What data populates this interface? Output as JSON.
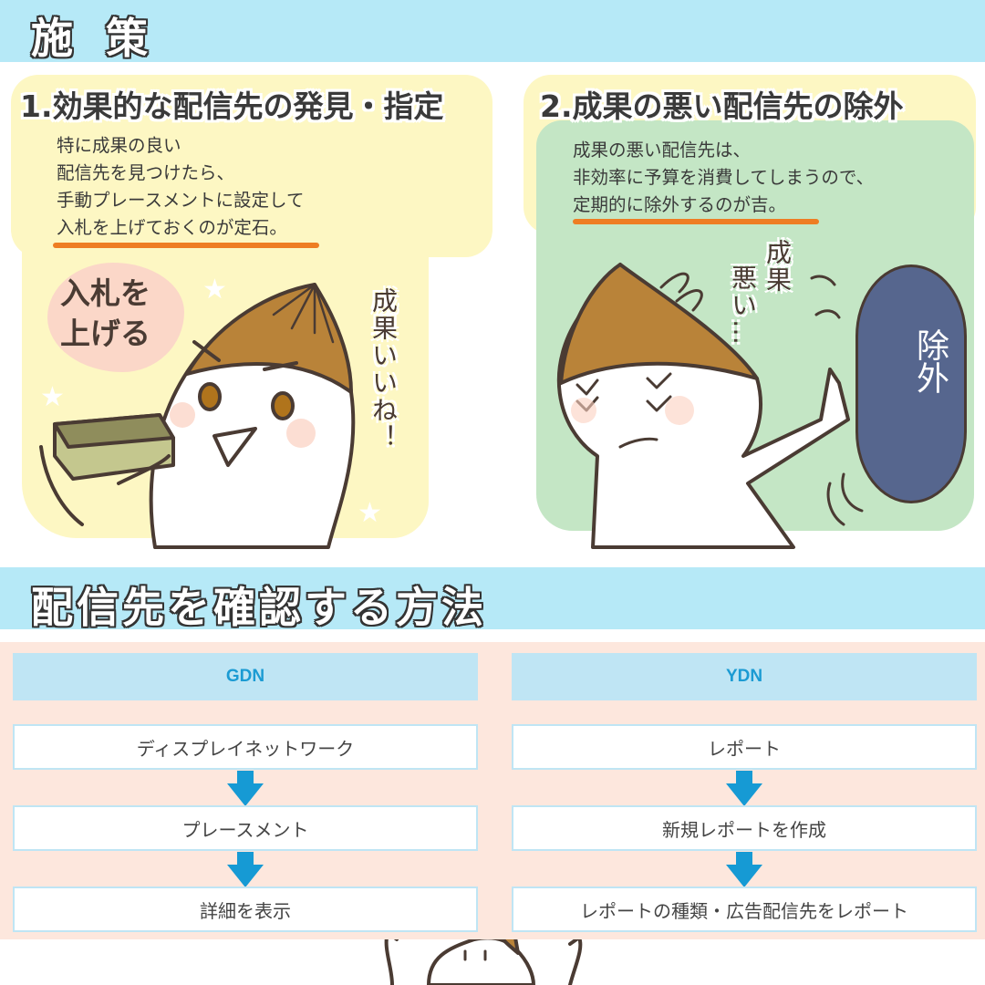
{
  "top_band": {
    "title": "施 策"
  },
  "panel1": {
    "heading": "1.効果的な配信先の発見・指定",
    "body_lines": [
      "特に成果の良い",
      "配信先を見つけたら、",
      "手動プレースメントに設定して",
      "入札を上げておくのが定石。"
    ],
    "cloud_lines": [
      "入札を",
      "上げる"
    ],
    "speech_vertical": "成果いいね！",
    "colors": {
      "background": "#fdf7c3",
      "underline": "#ee7d23",
      "cloud": "#fbd7c8"
    }
  },
  "panel2": {
    "heading": "2.成果の悪い配信先の除外",
    "body_lines": [
      "成果の悪い配信先は、",
      "非効率に予算を消費してしまうので、",
      "定期的に除外するのが吉。"
    ],
    "speech_vertical_a": "成果",
    "speech_vertical_b": "悪い…",
    "blob_label": "除外",
    "colors": {
      "background": "#c4e6c5",
      "blob": "#56668e",
      "underline": "#ee7d23"
    }
  },
  "mid_band": {
    "title": "配信先を確認する方法"
  },
  "flow": {
    "gdn": {
      "header": "GDN",
      "steps": [
        "ディスプレイネットワーク",
        "プレースメント",
        "詳細を表示"
      ]
    },
    "ydn": {
      "header": "YDN",
      "steps": [
        "レポート",
        "新規レポートを作成",
        "レポートの種類・広告配信先をレポート"
      ]
    },
    "colors": {
      "header_bg": "#bfe5f4",
      "header_text": "#1b9bd3",
      "arrow": "#169ad4",
      "area_bg": "#fde7dd"
    }
  }
}
